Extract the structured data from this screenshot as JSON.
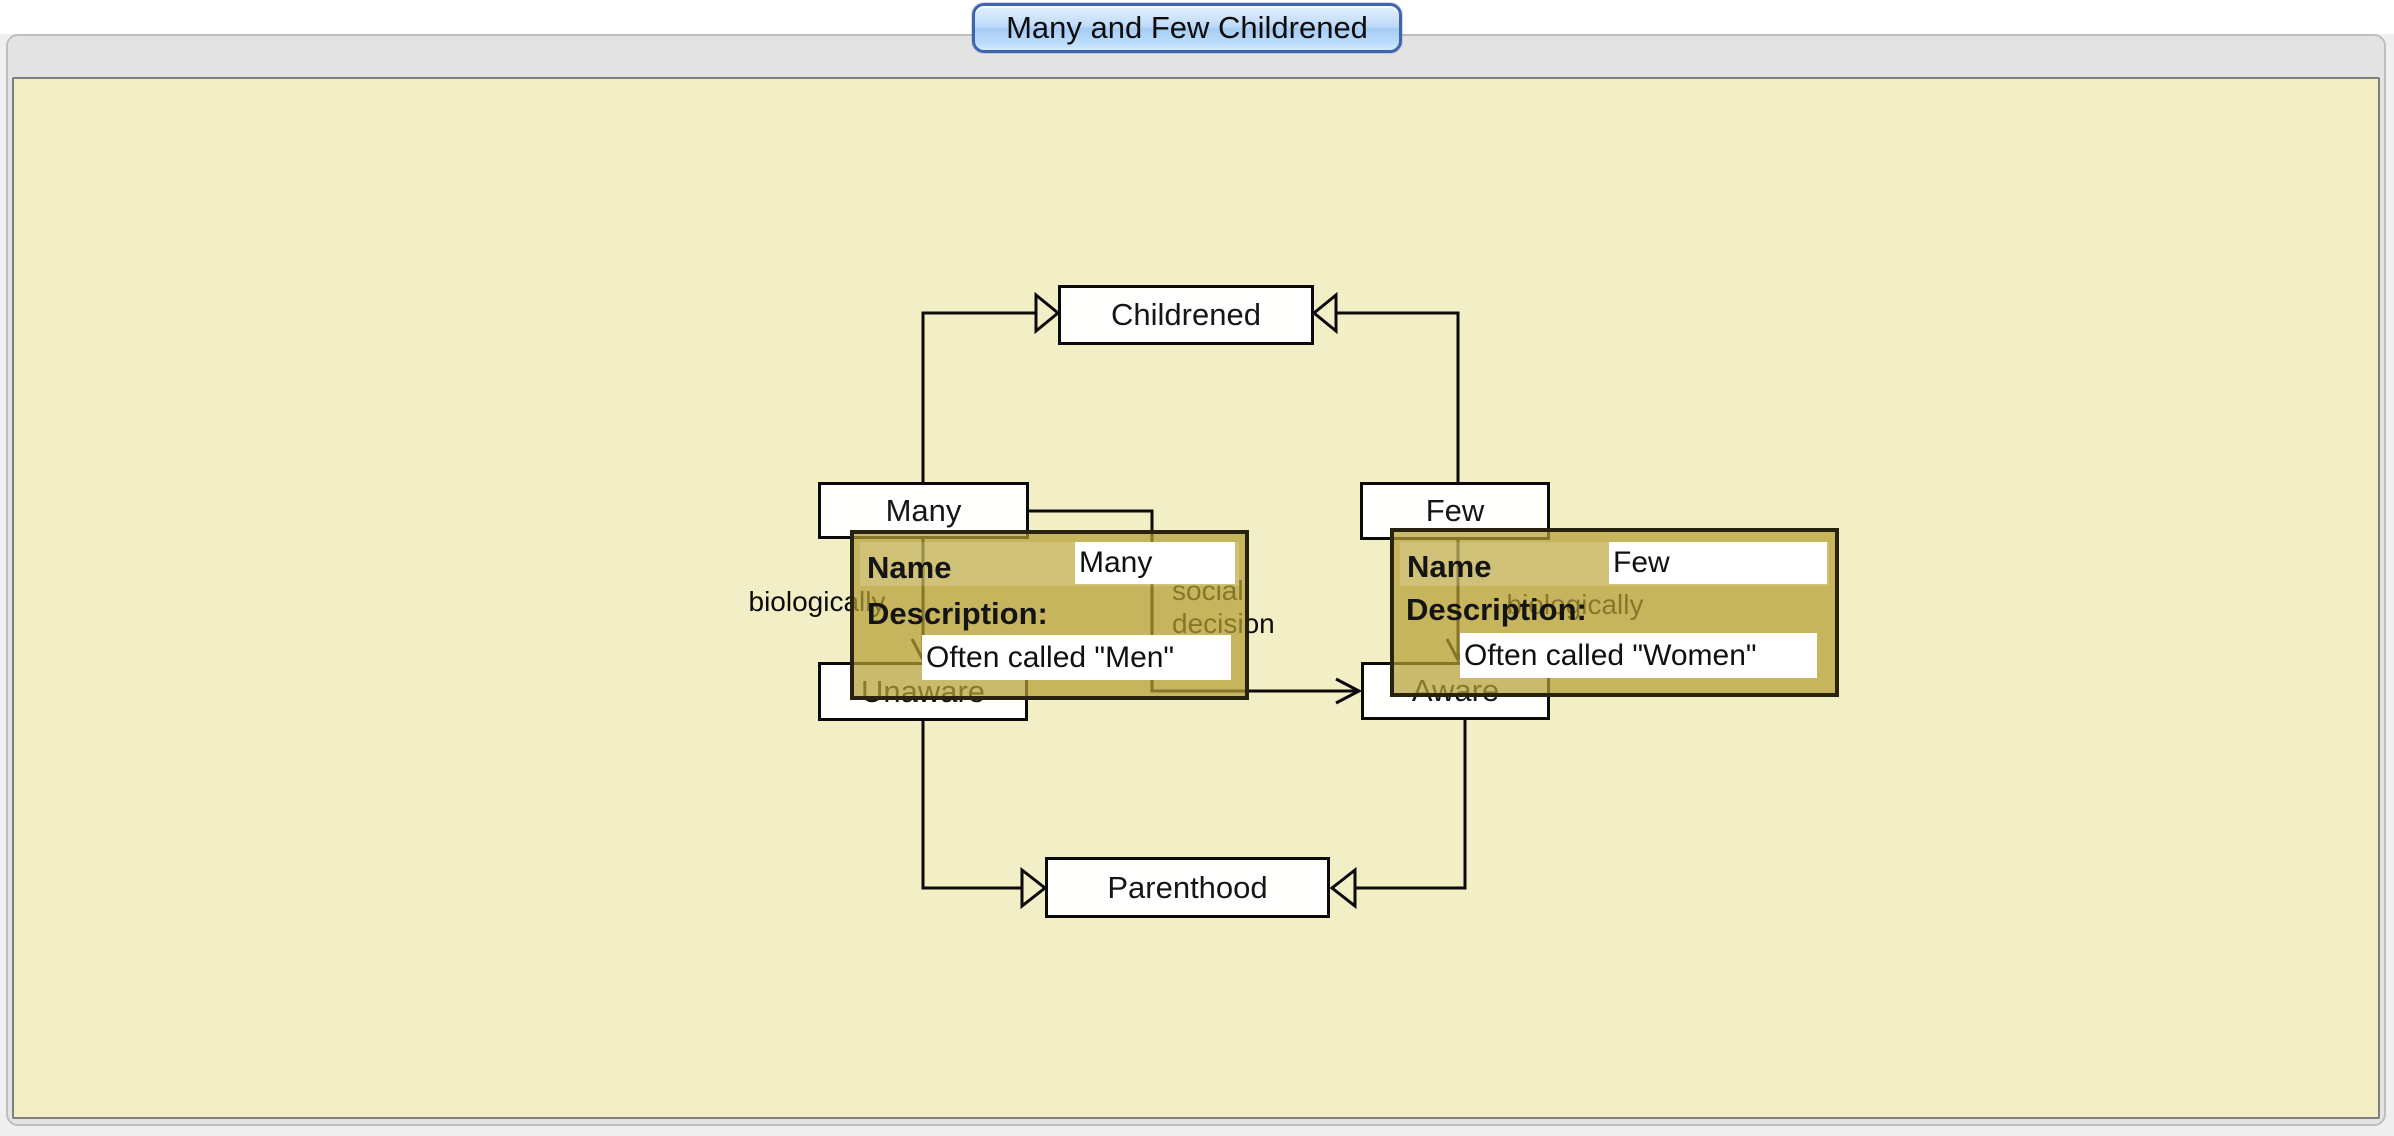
{
  "tab": {
    "label": "Many and Few Childrened"
  },
  "diagram": {
    "nodes": {
      "childrened": "Childrened",
      "many": "Many",
      "few": "Few",
      "unaware": "Unaware",
      "aware": "Aware",
      "parenthood": "Parenthood"
    },
    "edge_labels": {
      "biologically_left": "biologically",
      "biologically_right": "biologically",
      "social_line1": "social",
      "social_line2": "decision"
    }
  },
  "tooltips": {
    "many": {
      "name_label": "Name",
      "name_value": "Many",
      "description_label": "Description:",
      "description_value": "Often called \"Men\""
    },
    "few": {
      "name_label": "Name",
      "name_value": "Few",
      "description_label": "Description:",
      "description_value": "Often called \"Women\""
    }
  },
  "colors": {
    "canvas_bg": "#f2eec6",
    "tooltip_fill": "#b6a036",
    "tooltip_border": "#282310",
    "tab_border": "#3f66ad",
    "tab_fill_top": "#e3f0fe",
    "tab_fill_bottom": "#a6ccf4",
    "node_border": "#0a0a0a",
    "frame_bg": "#e3e3e3"
  }
}
